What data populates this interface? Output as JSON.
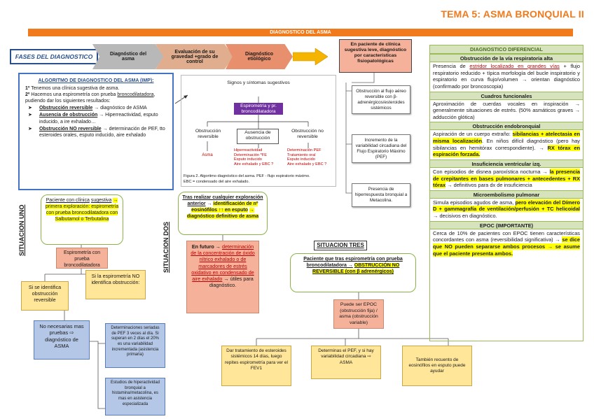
{
  "title": "TEMA 5: ASMA BRONQUIAL II",
  "banner": "DIAGNOSTICO DEL ASMA",
  "fases": {
    "label": "FASES DEL DIAGNOSTICO",
    "steps": [
      "Diagnóstico del asma",
      "Evaluación de su gravedad +grado de control",
      "Diagnóstico etiológico"
    ]
  },
  "leve": {
    "text": "En paciente de clínica sugestiva leve, diagnóstico por características fisiopatológicas",
    "cards": [
      "Obstrucción al flujo aéreo reversible con β-adrenérgicos/esteroides sistémicos",
      "Incremento de la variabilidad circadiana del Flujo Espiratorio Máximo (PEF)",
      "Presencia de hiperrespuesta bronquial a Metacolina."
    ]
  },
  "algoritmo": {
    "title": "ALGORITMO DE DIAGNOSTICO DEL ASMA (IMP):",
    "step1_num": "1º",
    "step1": "Tenemos una clínica sugestiva de asma.",
    "step2_num": "2º",
    "step2_a": "Hacemos una espirometría con prueba",
    "step2_b": "broncodilatadora",
    "step2_c": ", pudiendo dar los siguientes resultados:",
    "items": [
      {
        "u": "Obstrucción reversible",
        "rest": "→ diagnóstico de ASMA"
      },
      {
        "u": "Ausencia de obstrucción",
        "rest": "→ Hiperreactividad, esputo inducido, a ire exhalado…"
      },
      {
        "u": "Obstrucción NO reversible",
        "rest": "→ determinación de PEF, tto esteroides orales, esputo inducido, aire exhalado"
      }
    ]
  },
  "flowchart": {
    "signos": "Signos y síntomas sugestivos",
    "espiro": "Espirometría y pr. broncodilatadora",
    "branch1": "Obstrucción reversible",
    "branch2": "Ausencia de obstrucción",
    "branch3": "Obstrucción no reversible",
    "asma": "Asma",
    "mid_red": "Hiperreactividad\nDeterminación *FE\nEsputo inducido\nAire exhalado y EBC ?",
    "right_red": "Determinación PEF\nTratamiento oral\nEsputo inducido\nAire exhalado y EBC ?",
    "caption1": "Figura 2. Algoritmo diagnóstico del asma. PEF - flujo espiratorio máximo.",
    "caption2": "EBC = condensado del aire exhalado."
  },
  "situaciones": {
    "uno_label": "SITUACION UNO",
    "dos_label": "SITUACION DOS",
    "tres_label": "SITUACION TRES"
  },
  "uno": {
    "intro_a": "Paciente con clínica",
    "intro_b": "sugestiva",
    "intro_c": "→ primera exploración: espirometría con prueba broncodilatadora con Salbutamol o Terbutalina",
    "espiro_pos": "Espirometría con prueba broncodilatadora",
    "si_identifica": "Si se identifica obstrucción reversible",
    "no_identifica": "Si la espirometría NO identifica obstrucción:",
    "no_necesarias": "No necesarias mas pruebas ⇨ diagnóstico de ASMA",
    "pef_box": "Determinaciones seriadas de PEF 3 veces al día. Si superan en 2 días el 20% es una variabilidad incrementada (asistencia primaria)",
    "hiper_box": "Estudios de hiperactividad bronquial a histamina/metacolina, es mas en asistencia especializada"
  },
  "dos": {
    "intro_a": "Tras realizar cualquier exploración anterior",
    "intro_b": "identificación de nº eosinófilos ↑↑ en esputo",
    "intro_c": "→ diagnóstico definitivo de asma",
    "futuro_a": "En futuro →",
    "futuro_b": "determinación de la concentración de óxido nítrico exhalado o de marcadores de estrés oxidativo en condensado de aire exhalado",
    "futuro_c": "→ útiles para diagnóstico."
  },
  "tres": {
    "intro_a": "Paciente que tras espirometría con prueba broncodilatadora →",
    "intro_b": "OBSTRUCCIÓN NO REVERSIBLE (con β adrenérgicos)",
    "epoc": "Puede ser EPOC (obstrucción fija) / asma (obstrucción variable)",
    "opt1": "Dar tratamiento de esteroides sistémicos 14 días, luego repites espirometría para ver el FEV1",
    "opt2": "Determinas el PEF, y si hay variabilidad circadiana ⇨ ASMA",
    "opt3": "También recuento de eosinófilos en esputo puede ayudar"
  },
  "diferencial": {
    "title": "DIAGNOSTICO DIFERENCIAL",
    "s1_head": "Obstrucción de la vía respiratoria alta",
    "s1_a": "Presencia de",
    "s1_b": "estridor localizado en grandes vías",
    "s1_c": "+ flujo respiratorio reducido + típica morfología del bucle inspiratorio y espiratorio en curva flujo/volumen → orientan diagnóstico (confirmado por broncoscopia)",
    "s2_head": "Cuadros funcionales",
    "s2": "Aproximación de cuerdas vocales en inspiración → generalmente situaciones de estrés. (50% asmáticos graves → adducción glótica)",
    "s3_head": "Obstrucción endobronquial",
    "s3_a": "Aspiración de un cuerpo extraño:",
    "s3_b": "sibilancias + atelectasia en misma localización",
    "s3_c": ". En niños difícil diagnóstico (pero hay sibilancias en hemitórax correspondiente). →",
    "s3_d": "RX tórax en espiración forzada.",
    "s4_head": "Insuficiencia ventricular izq.",
    "s4_a": "Con episodios de disnea paroxística nocturna →",
    "s4_b": "la presencia de crepitantes en bases pulmonares + antecedentes + RX tórax",
    "s4_c": "→ definitivos para dx de insuficiencia",
    "s5_head": "Microembolismo pulmonar",
    "s5_a": "Simula episodios agudos de asma,",
    "s5_b": "pero elevación del Dímero D + gammagrafía de ventilación/perfusión + TC helicoidal",
    "s5_c": "→ decisivos en diagnóstico.",
    "s6_head": "EPOC (IMPORTANTE)",
    "s6_a": "Cerca de 10% de pacientes con EPOC tienen características concordantes con asma (reversibilidad significativa) →",
    "s6_b": "se dice que NO pueden separarse ambos procesos → se asume que el paciente presenta ambos."
  },
  "colors": {
    "accent_orange": "#f07a1c",
    "navy": "#2b4f8c",
    "salmon": "#f5b199",
    "yellow_box": "#ffe699",
    "blue_box": "#b4c7e7",
    "green_head": "#d6e3bc",
    "highlight": "#ffff00",
    "purple": "#7030a0"
  }
}
